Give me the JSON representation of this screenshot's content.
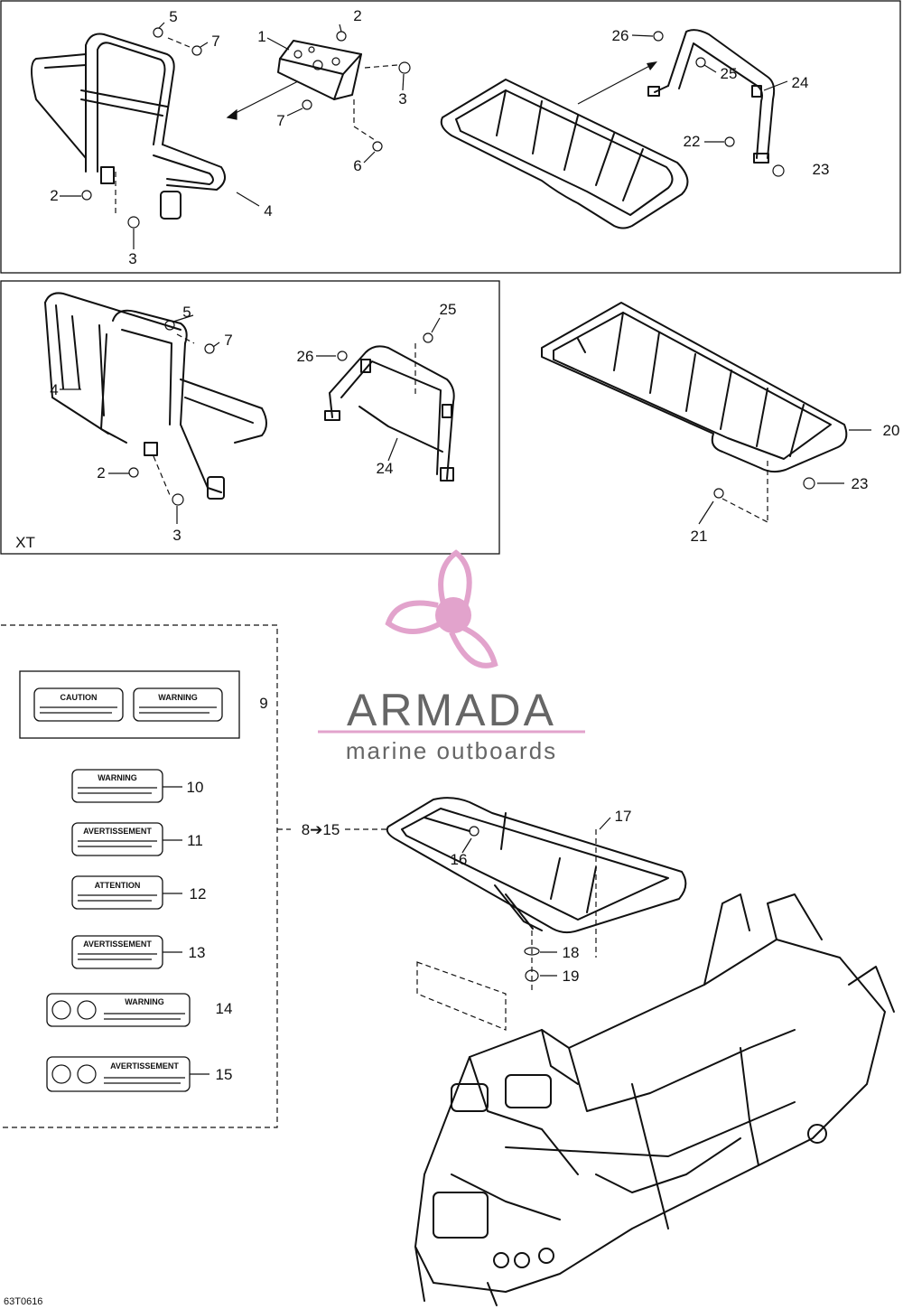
{
  "watermark": {
    "brand": "ARMADA",
    "tagline": "marine outboards",
    "accent_color": "#e2a3cc",
    "text_color": "#666666"
  },
  "section_labels": {
    "xt": "XT"
  },
  "drawing_code": "63T0616",
  "decal_headers": {
    "caution": "CAUTION",
    "warning": "WARNING",
    "avertissement": "AVERTISSEMENT",
    "attention": "ATTENTION"
  },
  "callouts": {
    "top_1": "1",
    "top_2a": "2",
    "top_2b": "2",
    "top_3a": "3",
    "top_3b": "3",
    "top_4": "4",
    "top_5": "5",
    "top_6": "6",
    "top_7a": "7",
    "top_7b": "7",
    "top_22": "22",
    "top_23": "23",
    "top_24": "24",
    "top_25": "25",
    "top_26": "26",
    "xt_2": "2",
    "xt_3": "3",
    "xt_4": "4",
    "xt_5": "5",
    "xt_7": "7",
    "xt_24": "24",
    "xt_25": "25",
    "xt_26": "26",
    "r_20": "20",
    "r_21": "21",
    "r_23": "23",
    "d_9": "9",
    "d_10": "10",
    "d_11": "11",
    "d_12": "12",
    "d_13": "13",
    "d_14": "14",
    "d_15": "15",
    "range_8_15": "8➔15",
    "b_16": "16",
    "b_17": "17",
    "b_18": "18",
    "b_19": "19"
  }
}
